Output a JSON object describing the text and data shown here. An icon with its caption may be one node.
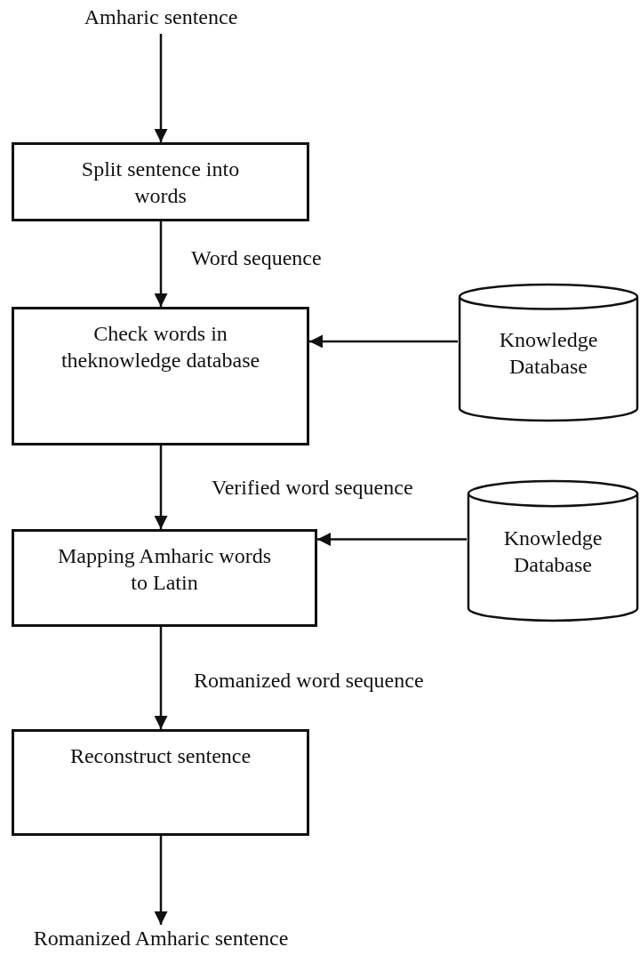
{
  "diagram": {
    "nodes": [
      {
        "text": [
          "Amharic sentence"
        ]
      },
      {
        "text": [
          "Split sentence into words"
        ]
      },
      {
        "text": [
          "Check words in theknowledge database"
        ]
      },
      {
        "text": [
          "Knowledge Database"
        ]
      },
      {
        "text": [
          "Mapping Amharic words to Latin"
        ]
      },
      {
        "text": [
          "Knowledge Database"
        ]
      },
      {
        "text": [
          "Reconstruct sentence"
        ]
      },
      {
        "text": [
          "Romanized Amharic sentence"
        ]
      }
    ],
    "edges": [
      {
        "from": 0,
        "to": 1,
        "arrow": "to"
      },
      {
        "from": 1,
        "to": 2,
        "arrow": "to",
        "label": "Word sequence"
      },
      {
        "from": 3,
        "to": 2,
        "arrow": "to"
      },
      {
        "from": 2,
        "to": 4,
        "arrow": "to",
        "label": "Verified word sequence"
      },
      {
        "from": 5,
        "to": 4,
        "arrow": "to"
      },
      {
        "from": 4,
        "to": 6,
        "arrow": "to",
        "label": "Romanized word sequence"
      },
      {
        "from": 6,
        "to": 7,
        "arrow": "to"
      }
    ]
  }
}
